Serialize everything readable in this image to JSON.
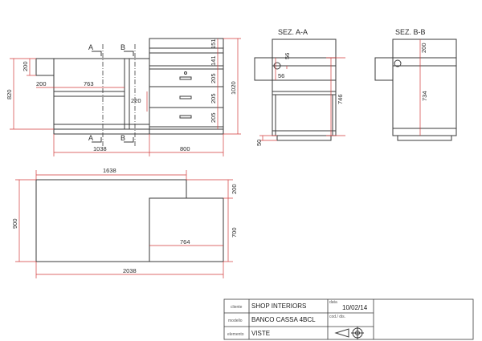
{
  "front_view": {
    "cut_a": "A",
    "cut_b": "B",
    "dims": {
      "h_total": "820",
      "h_top": "200",
      "w_inner_left": "200",
      "w_inner": "763",
      "w_right_small": "220",
      "w_left": "1038",
      "w_right": "800",
      "d151": "151",
      "d141": "141",
      "d205a": "205",
      "d205b": "205",
      "d205c": "205",
      "h_right_total": "1020"
    }
  },
  "section_a": {
    "title": "SEZ. A-A",
    "dims": {
      "d56a": "56",
      "d56b": "56",
      "h746": "746",
      "h50": "50"
    }
  },
  "section_b": {
    "title": "SEZ. B-B",
    "dims": {
      "d200": "200",
      "h734": "734"
    }
  },
  "plan_view": {
    "dims": {
      "w1638": "1638",
      "d200": "200",
      "h900": "900",
      "h700": "700",
      "w764": "764",
      "w2038": "2038"
    }
  },
  "title_block": {
    "cliente_label": "cliente",
    "cliente_value": "SHOP INTERIORS",
    "modello_label": "modello",
    "modello_value": "BANCO CASSA 4BCL",
    "elemento_label": "elemento",
    "elemento_value": "VISTE",
    "data_label": "data",
    "data_value": "10/02/14",
    "cod_label": "cod./ dis."
  }
}
